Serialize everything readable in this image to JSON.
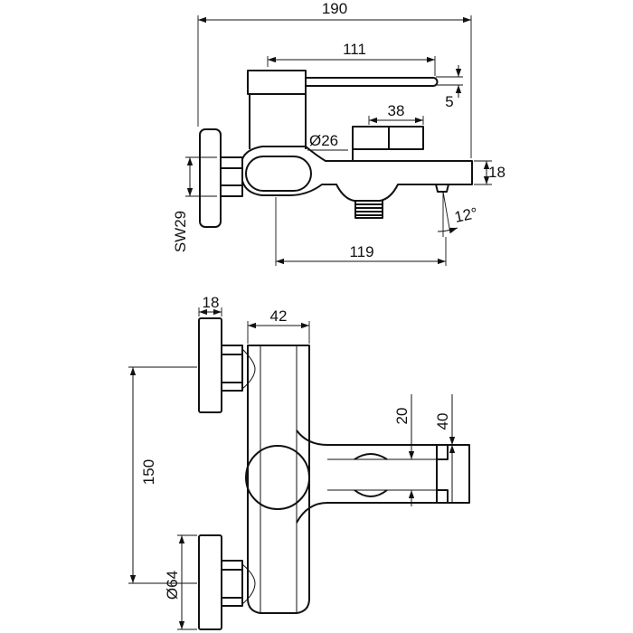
{
  "drawing": {
    "side_view": {
      "overall_length": "190",
      "lever_length": "111",
      "lever_offset": "5",
      "diverter_length": "38",
      "body_diameter": "Ø26",
      "spout_height": "18",
      "spout_angle": "12°",
      "spout_projection": "119",
      "nut_size": "SW29"
    },
    "top_view": {
      "flange_thickness": "18",
      "body_width": "42",
      "spout_width_inner": "20",
      "spout_width_outer": "40",
      "center_distance": "150",
      "flange_diameter": "Ø64"
    }
  }
}
